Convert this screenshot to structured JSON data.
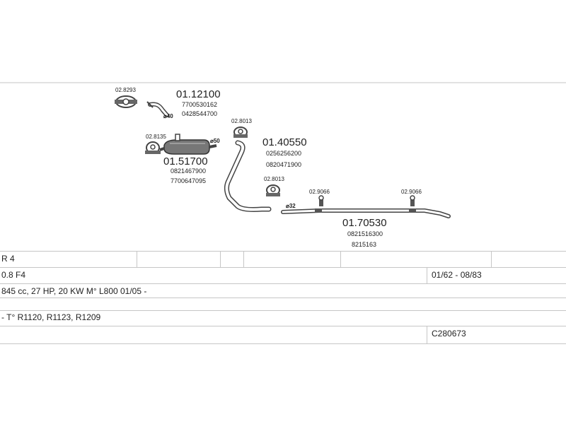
{
  "diagram": {
    "parts": [
      {
        "number": "01.12100",
        "refs": [
          "7700530162",
          "0428544700"
        ],
        "diameter": "⌀40"
      },
      {
        "number": "01.51700",
        "refs": [
          "0821467900",
          "7700647095"
        ],
        "diameter": "⌀50"
      },
      {
        "number": "01.40550",
        "refs": [
          "0256256200",
          "0820471900"
        ]
      },
      {
        "number": "01.70530",
        "refs": [
          "0821516300",
          "8215163"
        ],
        "diameter": "⌀32"
      }
    ],
    "clamps": [
      "02.8293",
      "02.8135",
      "02.8013",
      "02.8013",
      "02.9066",
      "02.9066"
    ]
  },
  "table": {
    "model": "R 4",
    "engine": "0.8 F4",
    "dates": "01/62 - 08/83",
    "specs": "845 cc, 27 HP, 20 KW M° L800 01/05 -",
    "types": "- T° R1120, R1123, R1209",
    "code": "C280673"
  },
  "colors": {
    "line": "#c6c6c6",
    "text": "#222222",
    "part": "#444444"
  }
}
